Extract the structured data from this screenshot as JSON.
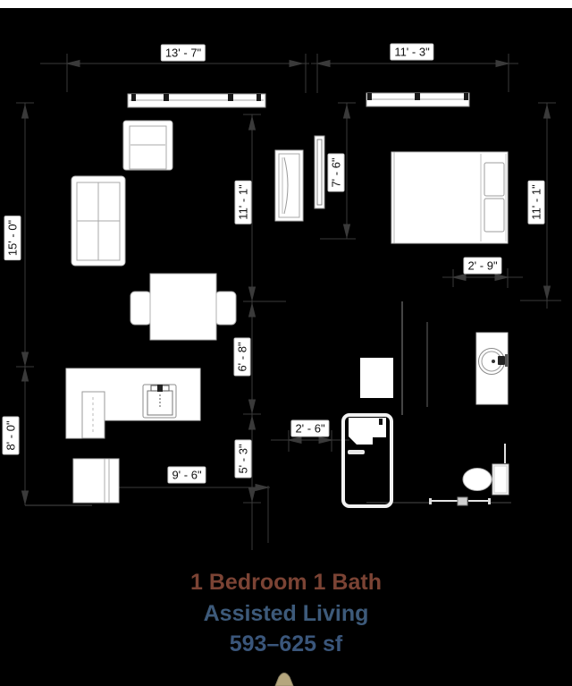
{
  "plan": {
    "dimension_labels": [
      {
        "id": "dim-top-left-width",
        "text": "13' - 7\""
      },
      {
        "id": "dim-top-right-width",
        "text": "11' - 3\""
      },
      {
        "id": "dim-left-upper-height",
        "text": "15' - 0\""
      },
      {
        "id": "dim-left-lower-height",
        "text": "8' - 0\""
      },
      {
        "id": "dim-living-height",
        "text": "11' - 1\""
      },
      {
        "id": "dim-bedroom-inner",
        "text": "7' - 6\""
      },
      {
        "id": "dim-bedroom-height",
        "text": "11' - 1\""
      },
      {
        "id": "dim-bed-clearance",
        "text": "2' - 9\""
      },
      {
        "id": "dim-kitchen-height",
        "text": "6' - 8\""
      },
      {
        "id": "dim-entry-height",
        "text": "5' - 3\""
      },
      {
        "id": "dim-kitchen-width",
        "text": "9' - 6\""
      },
      {
        "id": "dim-bath-clearance",
        "text": "2' - 6\""
      }
    ],
    "fixture_icons": [
      "window-icon",
      "armchair-icon",
      "sofa-icon",
      "media-console-icon",
      "wall-tv-icon",
      "bed-icon",
      "pillow-icon",
      "dining-table-icon",
      "dining-chair-icon",
      "kitchen-counter-icon",
      "kitchen-sink-icon",
      "base-cabinet-icon",
      "closet-box-icon",
      "shower-icon",
      "shower-seat-icon",
      "grab-bar-icon",
      "vanity-icon",
      "round-sink-icon",
      "toilet-icon",
      "pocket-door-icon",
      "pointer-icon"
    ]
  },
  "title_block": {
    "line1": "1 Bedroom 1 Bath",
    "line2": "Assisted Living",
    "line3": "593–625 sf"
  },
  "colors": {
    "background": "#000000",
    "top_strip": "#ffffff",
    "title_line1": "#7b4334",
    "title_line2": "#3d5a7a",
    "title_line3": "#3a567b",
    "dimension_line": "#3a3a3a",
    "label_background": "#ffffff",
    "label_text": "#111111",
    "fixture_fill": "#ffffff",
    "fixture_stroke": "#b5b5b5",
    "pointer_fill": "#b5a67d"
  }
}
